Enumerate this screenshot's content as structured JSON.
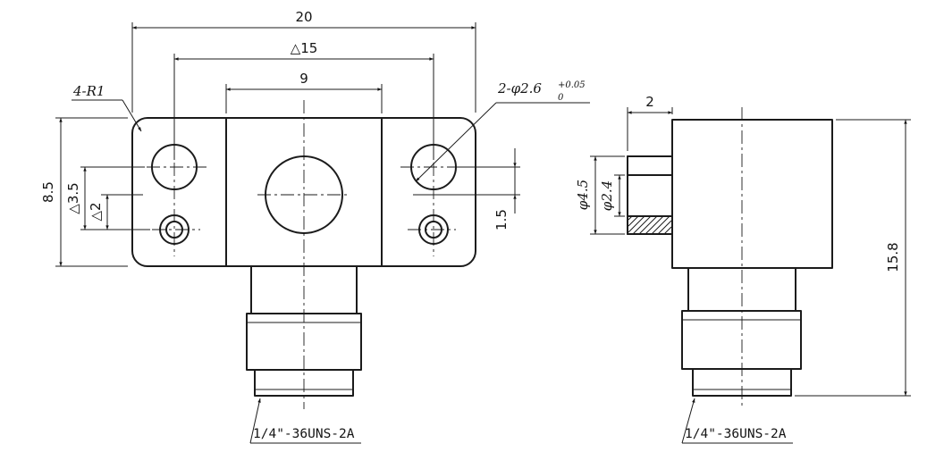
{
  "drawing": {
    "front_view": {
      "dim_width": "20",
      "dim_hole_pitch": "△15",
      "dim_boss_width": "9",
      "label_corner_radius": "4-R1",
      "label_hole_callout": "2-φ2.6",
      "label_hole_tol_upper": "+0.05",
      "label_hole_tol_lower": "0",
      "dim_height": "8.5",
      "dim_row_spacing": "△3.5",
      "dim_small_hole_offset": "△2",
      "dim_large_hole_offset": "1.5",
      "label_thread": "1/4\"-36UNS-2A"
    },
    "side_view": {
      "dim_step_width": "2",
      "dim_outer_diameter": "φ4.5",
      "dim_inner_diameter": "φ2.4",
      "dim_overall_height": "15.8",
      "label_thread": "1/4\"-36UNS-2A"
    },
    "line_color": "#1b1b1b",
    "background_color": "#ffffff"
  }
}
